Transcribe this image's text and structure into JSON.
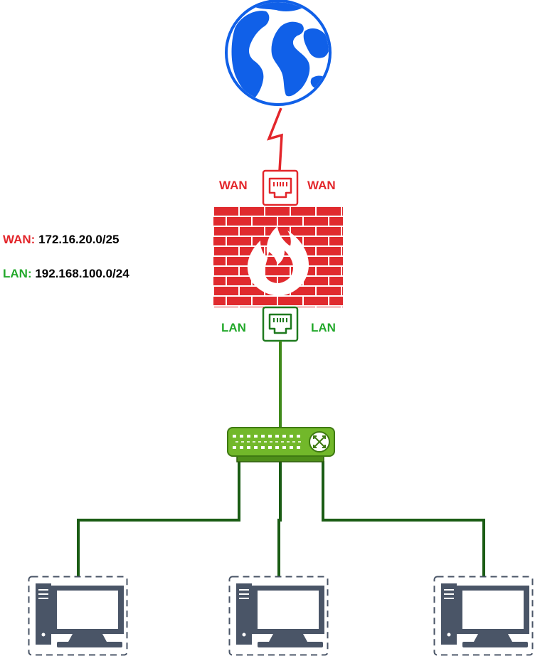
{
  "ports": {
    "wan_left": "WAN",
    "wan_right": "WAN",
    "lan_left": "LAN",
    "lan_right": "LAN"
  },
  "networks": {
    "wan": {
      "label": "WAN:",
      "value": "172.16.20.0/25"
    },
    "lan": {
      "label": "LAN:",
      "value": "192.168.100.0/24"
    }
  },
  "icons": {
    "internet": "globe-icon",
    "uplink": "lightning-link-icon",
    "wan_port": "ethernet-port-icon",
    "firewall": "firewall-icon",
    "lan_port": "ethernet-port-icon",
    "switch": "network-switch-icon",
    "hosts": [
      "desktop-computer-icon",
      "desktop-computer-icon",
      "desktop-computer-icon"
    ]
  },
  "colors": {
    "wan": "#e3262b",
    "lan": "#22a82a",
    "cable": "#1a5c14",
    "firewall_brick": "#e02a2e",
    "switch": "#72b82a",
    "globe": "#1060e8",
    "computer": "#4a5567"
  }
}
